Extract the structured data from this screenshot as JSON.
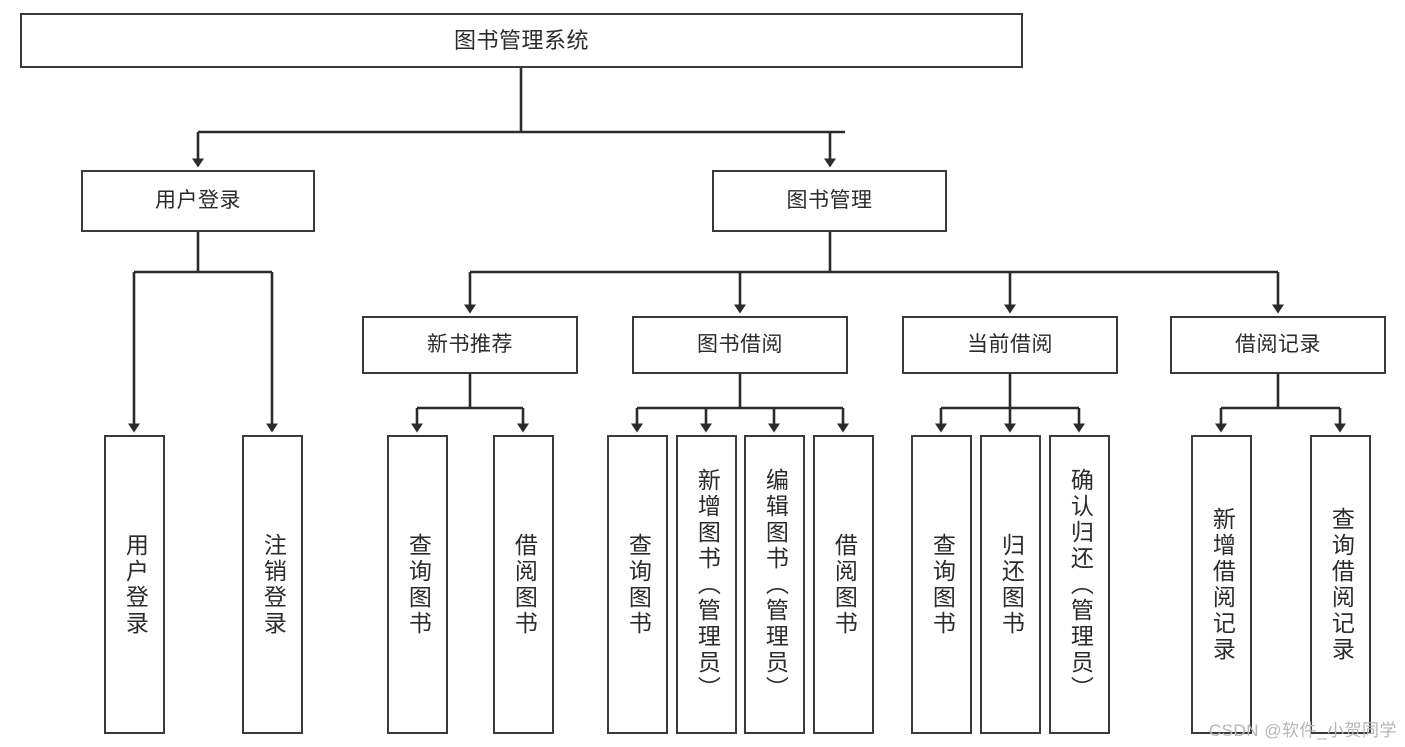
{
  "diagram": {
    "title": "图书管理系统",
    "type": "tree-hierarchy",
    "watermark": "CSDN @软件_小贺同学",
    "colors": {
      "box_border": "#3a3a3a",
      "box_fill": "#ffffff",
      "connector": "#2b2b2b",
      "text": "#2b2b2b",
      "watermark": "#b6b6b6"
    },
    "nodes": {
      "root": {
        "label": "图书管理系统"
      },
      "level1": [
        {
          "id": "user-login",
          "label": "用户登录"
        },
        {
          "id": "book-management",
          "label": "图书管理"
        }
      ],
      "level2": [
        {
          "id": "new-book-recommend",
          "label": "新书推荐"
        },
        {
          "id": "book-borrow",
          "label": "图书借阅"
        },
        {
          "id": "current-borrow",
          "label": "当前借阅"
        },
        {
          "id": "borrow-record",
          "label": "借阅记录"
        }
      ],
      "leaves": {
        "user_login": [
          {
            "id": "leaf-user-login",
            "label": "用户登录"
          },
          {
            "id": "leaf-logout-login",
            "label": "注销登录"
          }
        ],
        "new_book_recommend": [
          {
            "id": "leaf-query-book-1",
            "label": "查询图书"
          },
          {
            "id": "leaf-borrow-book-1",
            "label": "借阅图书"
          }
        ],
        "book_borrow": [
          {
            "id": "leaf-query-book-2",
            "label": "查询图书"
          },
          {
            "id": "leaf-add-book",
            "label": "新增图书（管理员）"
          },
          {
            "id": "leaf-edit-book",
            "label": "编辑图书（管理员）"
          },
          {
            "id": "leaf-borrow-book-2",
            "label": "借阅图书"
          }
        ],
        "current_borrow": [
          {
            "id": "leaf-query-book-3",
            "label": "查询图书"
          },
          {
            "id": "leaf-return-book",
            "label": "归还图书"
          },
          {
            "id": "leaf-confirm-return",
            "label": "确认归还（管理员）"
          }
        ],
        "borrow_record": [
          {
            "id": "leaf-add-borrow-record",
            "label": "新增借阅记录"
          },
          {
            "id": "leaf-query-borrow-record",
            "label": "查询借阅记录"
          }
        ]
      }
    }
  }
}
